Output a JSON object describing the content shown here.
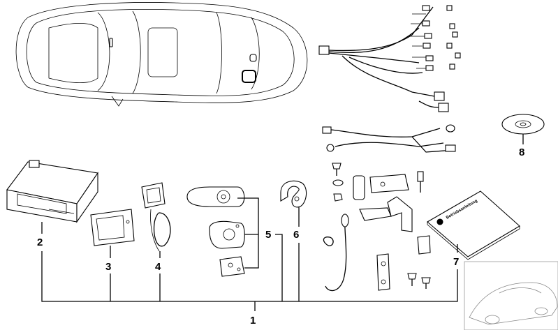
{
  "labels": {
    "n1": "1",
    "n2": "2",
    "n3": "3",
    "n4": "4",
    "n5": "5",
    "n6": "6",
    "n7": "7",
    "n8": "8"
  },
  "manual": {
    "title": "Betriebsanleitung"
  }
}
